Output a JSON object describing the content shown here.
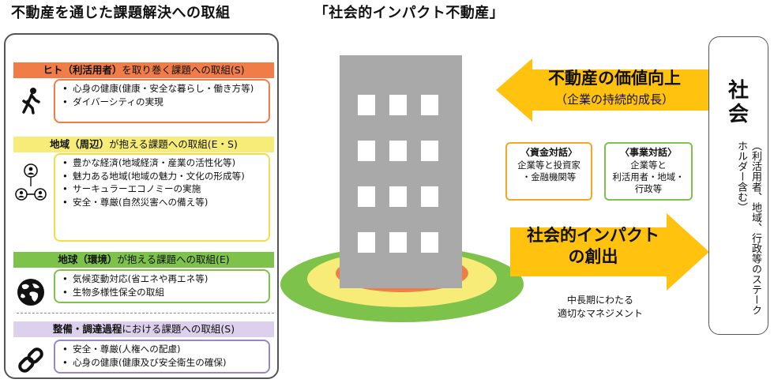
{
  "left_title": "不動産を通じた課題解決への取組",
  "main_title": "「社会的インパクト不動産」",
  "categories": [
    {
      "header_bold": "ヒト（利活用者）",
      "header_rest": "を取り巻く課題への取組(S)",
      "header_color": "#f07d48",
      "border_color": "#f07d48",
      "icon": "walking-person-icon",
      "items": [
        "心身の健康(健康・安全な暮らし・働き方等)",
        "ダイバーシティの実現"
      ]
    },
    {
      "header_bold": "地域（周辺）",
      "header_rest": "が抱える課題への取組(E・S)",
      "header_color": "#f6ec77",
      "border_color": "#f2de4a",
      "icon": "community-network-icon",
      "items": [
        "豊かな経済(地域経済・産業の活性化等)",
        "魅力ある地域(地域の魅力・文化の形成等)",
        "サーキュラーエコノミーの実施",
        "安全・尊厳(自然災害への備え等)"
      ]
    },
    {
      "header_bold": "地球（環境）",
      "header_rest": "が抱える課題への取組(E)",
      "header_color": "#7dc24b",
      "border_color": "#7dc24b",
      "icon": "globe-icon",
      "items": [
        "気候変動対応(省エネや再エネ等)",
        "生物多様性保全の取組"
      ]
    },
    {
      "header_bold": "整備・調達過程",
      "header_rest": "における課題への取組(S)",
      "header_color": "#dcd0ec",
      "border_color": "#9a86c4",
      "icon": "chain-link-icon",
      "items": [
        "安全・尊厳(人権への配慮)",
        "心身の健康(健康及び安全衛生の確保)"
      ]
    }
  ],
  "value_arrow": {
    "title": "不動産の価値向上",
    "subtitle": "（企業の持続的成長）",
    "color": "#ffc20e"
  },
  "impact_arrow": {
    "title_line1": "社会的インパクト",
    "title_line2": "の創出",
    "color": "#ffc20e"
  },
  "management_note": {
    "line1": "中長期にわたる",
    "line2": "適切なマネジメント"
  },
  "funding_dialog": {
    "title": "〈資金対話〉",
    "line1": "企業等と投資家",
    "line2": "・金融機関等",
    "color": "#f5a623"
  },
  "business_dialog": {
    "title": "〈事業対話〉",
    "line1": "企業等と",
    "line2": "利活用者・地域・",
    "line3": "行政等",
    "color": "#7dc24b"
  },
  "society": {
    "title_line1": "社",
    "title_line2": "会",
    "note": "（利活用者、地域、行政等のステークホルダー含む）"
  },
  "colors": {
    "building": "#a9a9a9",
    "window": "#ffffff",
    "ring_outer": "#7dc24b",
    "ring_middle": "#f6ec77",
    "ring_inner": "#f07d48"
  }
}
